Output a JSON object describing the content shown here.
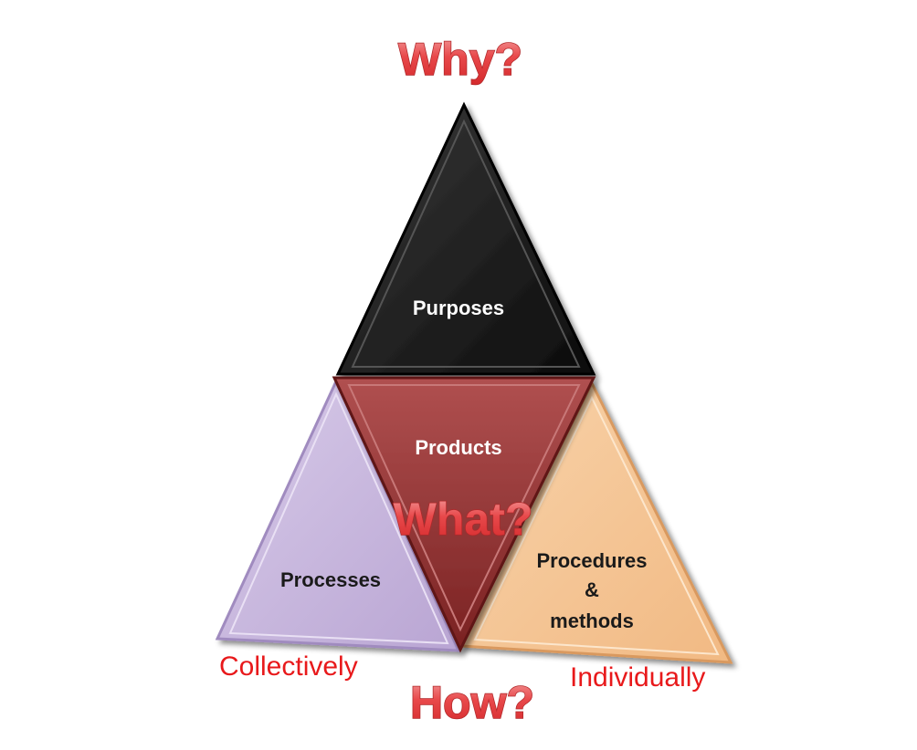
{
  "diagram": {
    "questions": {
      "why": "Why?",
      "what": "What?",
      "how": "How?"
    },
    "triangles": {
      "top": "Purposes",
      "center": "Products",
      "left": "Processes",
      "right_line1": "Procedures",
      "right_line2": "&",
      "right_line3": "methods"
    },
    "side_labels": {
      "left": "Collectively",
      "right": "Individually"
    },
    "colors": {
      "top_triangle": "#1e1e1e",
      "center_triangle": "#8c2e2e",
      "left_triangle": "#c6b6dc",
      "right_triangle": "#f6c99a",
      "question_text": "#e8383a",
      "side_label_text": "#e8191b"
    }
  }
}
